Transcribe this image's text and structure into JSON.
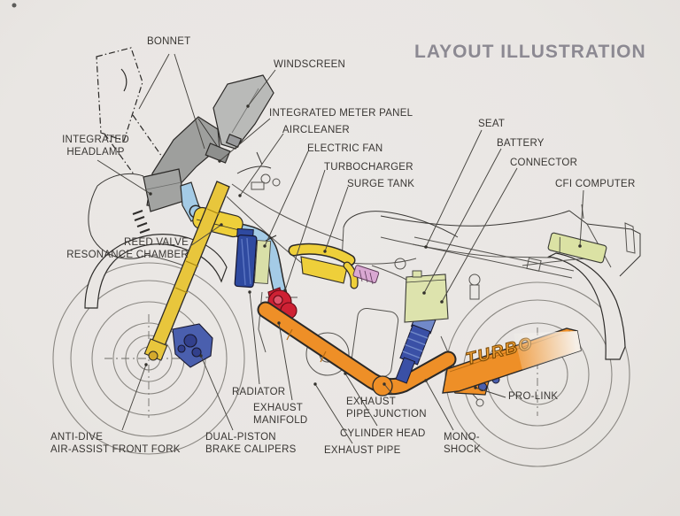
{
  "title": "LAYOUT ILLUSTRATION",
  "diagram": {
    "subject": "turbocharged motorcycle cutaway layout",
    "badge_text": "TURBO",
    "labels": [
      {
        "id": "bonnet",
        "text": "BONNET"
      },
      {
        "id": "windscreen",
        "text": "WINDSCREEN"
      },
      {
        "id": "integrated-meter-panel",
        "text": "INTEGRATED METER PANEL"
      },
      {
        "id": "aircleaner",
        "text": "AIRCLEANER"
      },
      {
        "id": "electric-fan",
        "text": "ELECTRIC FAN"
      },
      {
        "id": "turbocharger",
        "text": "TURBOCHARGER"
      },
      {
        "id": "surge-tank",
        "text": "SURGE TANK"
      },
      {
        "id": "seat",
        "text": "SEAT"
      },
      {
        "id": "battery",
        "text": "BATTERY"
      },
      {
        "id": "connector",
        "text": "CONNECTOR"
      },
      {
        "id": "cfi-computer",
        "text": "CFI COMPUTER"
      },
      {
        "id": "integrated-headlamp",
        "text": "INTEGRATED\nHEADLAMP"
      },
      {
        "id": "reed-valve-resonance-chamber",
        "text": "REED VALVE\nRESONANCE CHAMBER"
      },
      {
        "id": "radiator",
        "text": "RADIATOR"
      },
      {
        "id": "exhaust-manifold",
        "text": "EXHAUST\nMANIFOLD"
      },
      {
        "id": "exhaust-pipe-junction",
        "text": "EXHAUST\nPIPE JUNCTION"
      },
      {
        "id": "cylinder-head",
        "text": "CYLINDER HEAD"
      },
      {
        "id": "exhaust-pipe",
        "text": "EXHAUST PIPE"
      },
      {
        "id": "mono-shock",
        "text": "MONO-\nSHOCK"
      },
      {
        "id": "pro-link",
        "text": "PRO-LINK"
      },
      {
        "id": "anti-dive-front-fork",
        "text": "ANTI-DIVE\nAIR-ASSIST FRONT FORK"
      },
      {
        "id": "dual-piston-brake-calipers",
        "text": "DUAL-PISTON\nBRAKE CALIPERS"
      }
    ],
    "colors": {
      "background": "#e9e6e3",
      "label_text": "#393633",
      "title_text": "#8c8992",
      "leader_line": "#46443f",
      "outline": "#2b2927",
      "fairing_gray": "#9e9f9d",
      "windscreen_gray": "#b9bab8",
      "fork_yellow": "#e8c63c",
      "intake_blue": "#a4cbe6",
      "chamber_yellow": "#eecf3a",
      "radiator_blue": "#2f4aa0",
      "fan_green": "#d9dfa8",
      "turbo_red": "#ce2134",
      "exhaust_orange": "#ee8f27",
      "shock_blue": "#3a50a6",
      "caliper_blue": "#4a5fae",
      "battery_green": "#dde3ad",
      "connector_pink": "#d9a8d2"
    }
  }
}
